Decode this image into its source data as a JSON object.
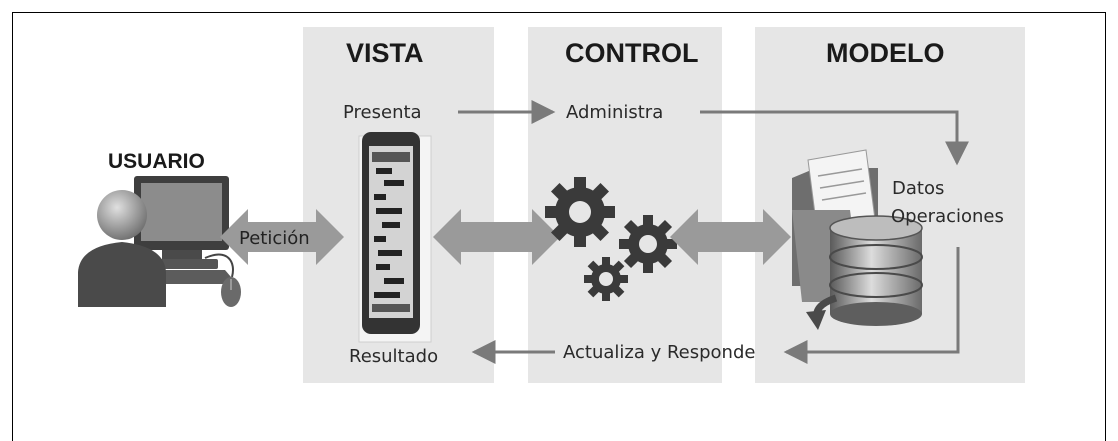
{
  "columns": {
    "vista": "VISTA",
    "control": "CONTROL",
    "modelo": "MODELO"
  },
  "actor": "USUARIO",
  "labels": {
    "presenta": "Presenta",
    "administra": "Administra",
    "datos": "Datos",
    "operaciones": "Operaciones",
    "peticion": "Petición",
    "resultado": "Resultado",
    "actualiza": "Actualiza y Responde"
  },
  "icons": [
    "user-computer-icon",
    "mobile-device-icon",
    "gears-icon",
    "database-folder-icon"
  ],
  "colors": {
    "panel": "#e6e6e6",
    "arrow": "#9a9a9a",
    "line": "#7a7a7a",
    "text": "#1a1a1a"
  }
}
